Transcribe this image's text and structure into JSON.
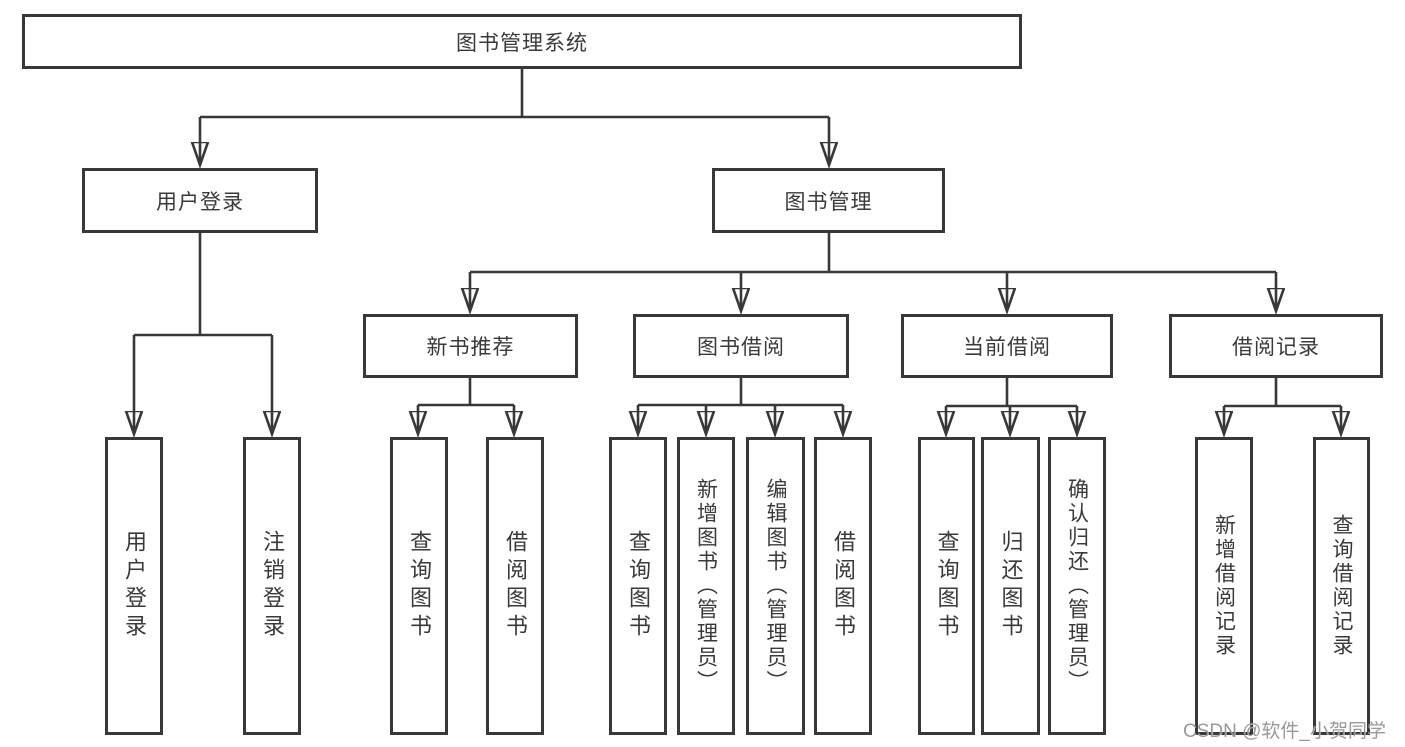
{
  "colors": {
    "line": "#383838",
    "box_border": "#383838",
    "text": "#3a3a3a",
    "background": "#ffffff",
    "watermark": "#949496"
  },
  "tree": {
    "root": {
      "label": "图书管理系统"
    },
    "branches": [
      {
        "label": "用户登录",
        "children": [
          "用户登录",
          "注销登录"
        ]
      },
      {
        "label": "图书管理",
        "sections": [
          {
            "label": "新书推荐",
            "children": [
              "查询图书",
              "借阅图书"
            ]
          },
          {
            "label": "图书借阅",
            "children": [
              "查询图书",
              "新增图书（管理员）",
              "编辑图书（管理员）",
              "借阅图书"
            ]
          },
          {
            "label": "当前借阅",
            "children": [
              "查询图书",
              "归还图书",
              "确认归还（管理员）"
            ]
          },
          {
            "label": "借阅记录",
            "children": [
              "新增借阅记录",
              "查询借阅记录"
            ]
          }
        ]
      }
    ]
  },
  "watermark": {
    "text": "CSDN @软件_小贺同学"
  }
}
